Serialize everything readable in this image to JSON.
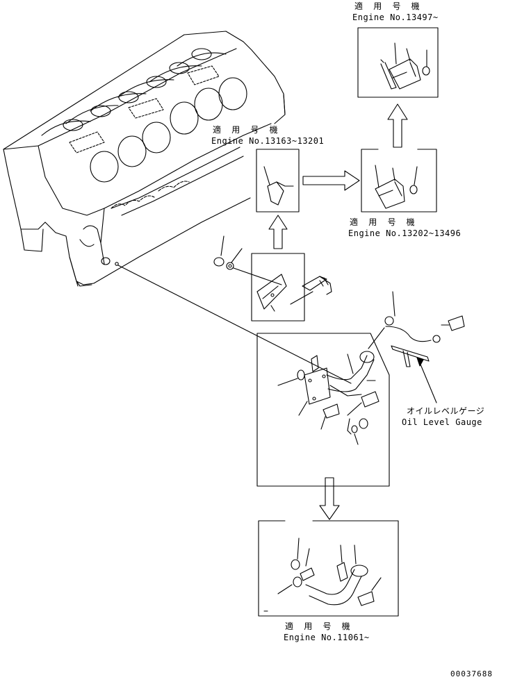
{
  "callouts": {
    "top_right": {
      "jp": "適 用 号 機",
      "en": "Engine No.13497~"
    },
    "middle": {
      "jp": "適 用 号 機",
      "en": "Engine No.13163~13201"
    },
    "right_middle": {
      "jp": "適 用 号 機",
      "en": "Engine No.13202~13496"
    },
    "bottom": {
      "jp": "適 用 号 機",
      "en": "Engine No.11061~"
    }
  },
  "gauge_label": {
    "jp": "オイルレベルゲージ",
    "en": "Oil Level Gauge"
  },
  "drawing_number": "00037688"
}
